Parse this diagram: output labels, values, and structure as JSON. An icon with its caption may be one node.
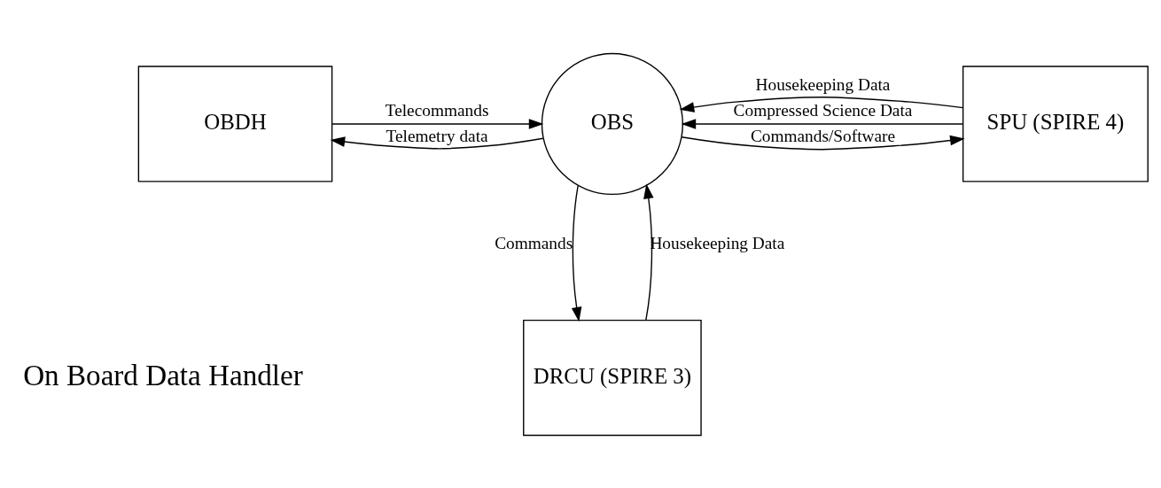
{
  "diagram": {
    "nodes": [
      {
        "text": [
          "OBDH"
        ]
      },
      {
        "text": [
          "OBS"
        ]
      },
      {
        "text": [
          "SPU (SPIRE 4)"
        ]
      },
      {
        "text": [
          "DRCU (SPIRE 3)"
        ]
      }
    ],
    "edges": [
      {
        "from": 0,
        "to": 1,
        "arrow": "to",
        "label": "Telecommands"
      },
      {
        "from": 1,
        "to": 0,
        "arrow": "to",
        "label": "Telemetry data"
      },
      {
        "from": 1,
        "to": 2,
        "arrow": "to",
        "label": "Commands/Software"
      },
      {
        "from": 2,
        "to": 1,
        "arrow": "to",
        "label": "Housekeeping Data"
      },
      {
        "from": 2,
        "to": 1,
        "arrow": "to",
        "label": "Compressed Science Data"
      },
      {
        "from": 3,
        "to": 1,
        "arrow": "to",
        "label": "Housekeeping Data"
      },
      {
        "from": 1,
        "to": 3,
        "arrow": "to",
        "label": "Commands"
      }
    ],
    "labels": [
      "On Board Data Handler"
    ]
  }
}
